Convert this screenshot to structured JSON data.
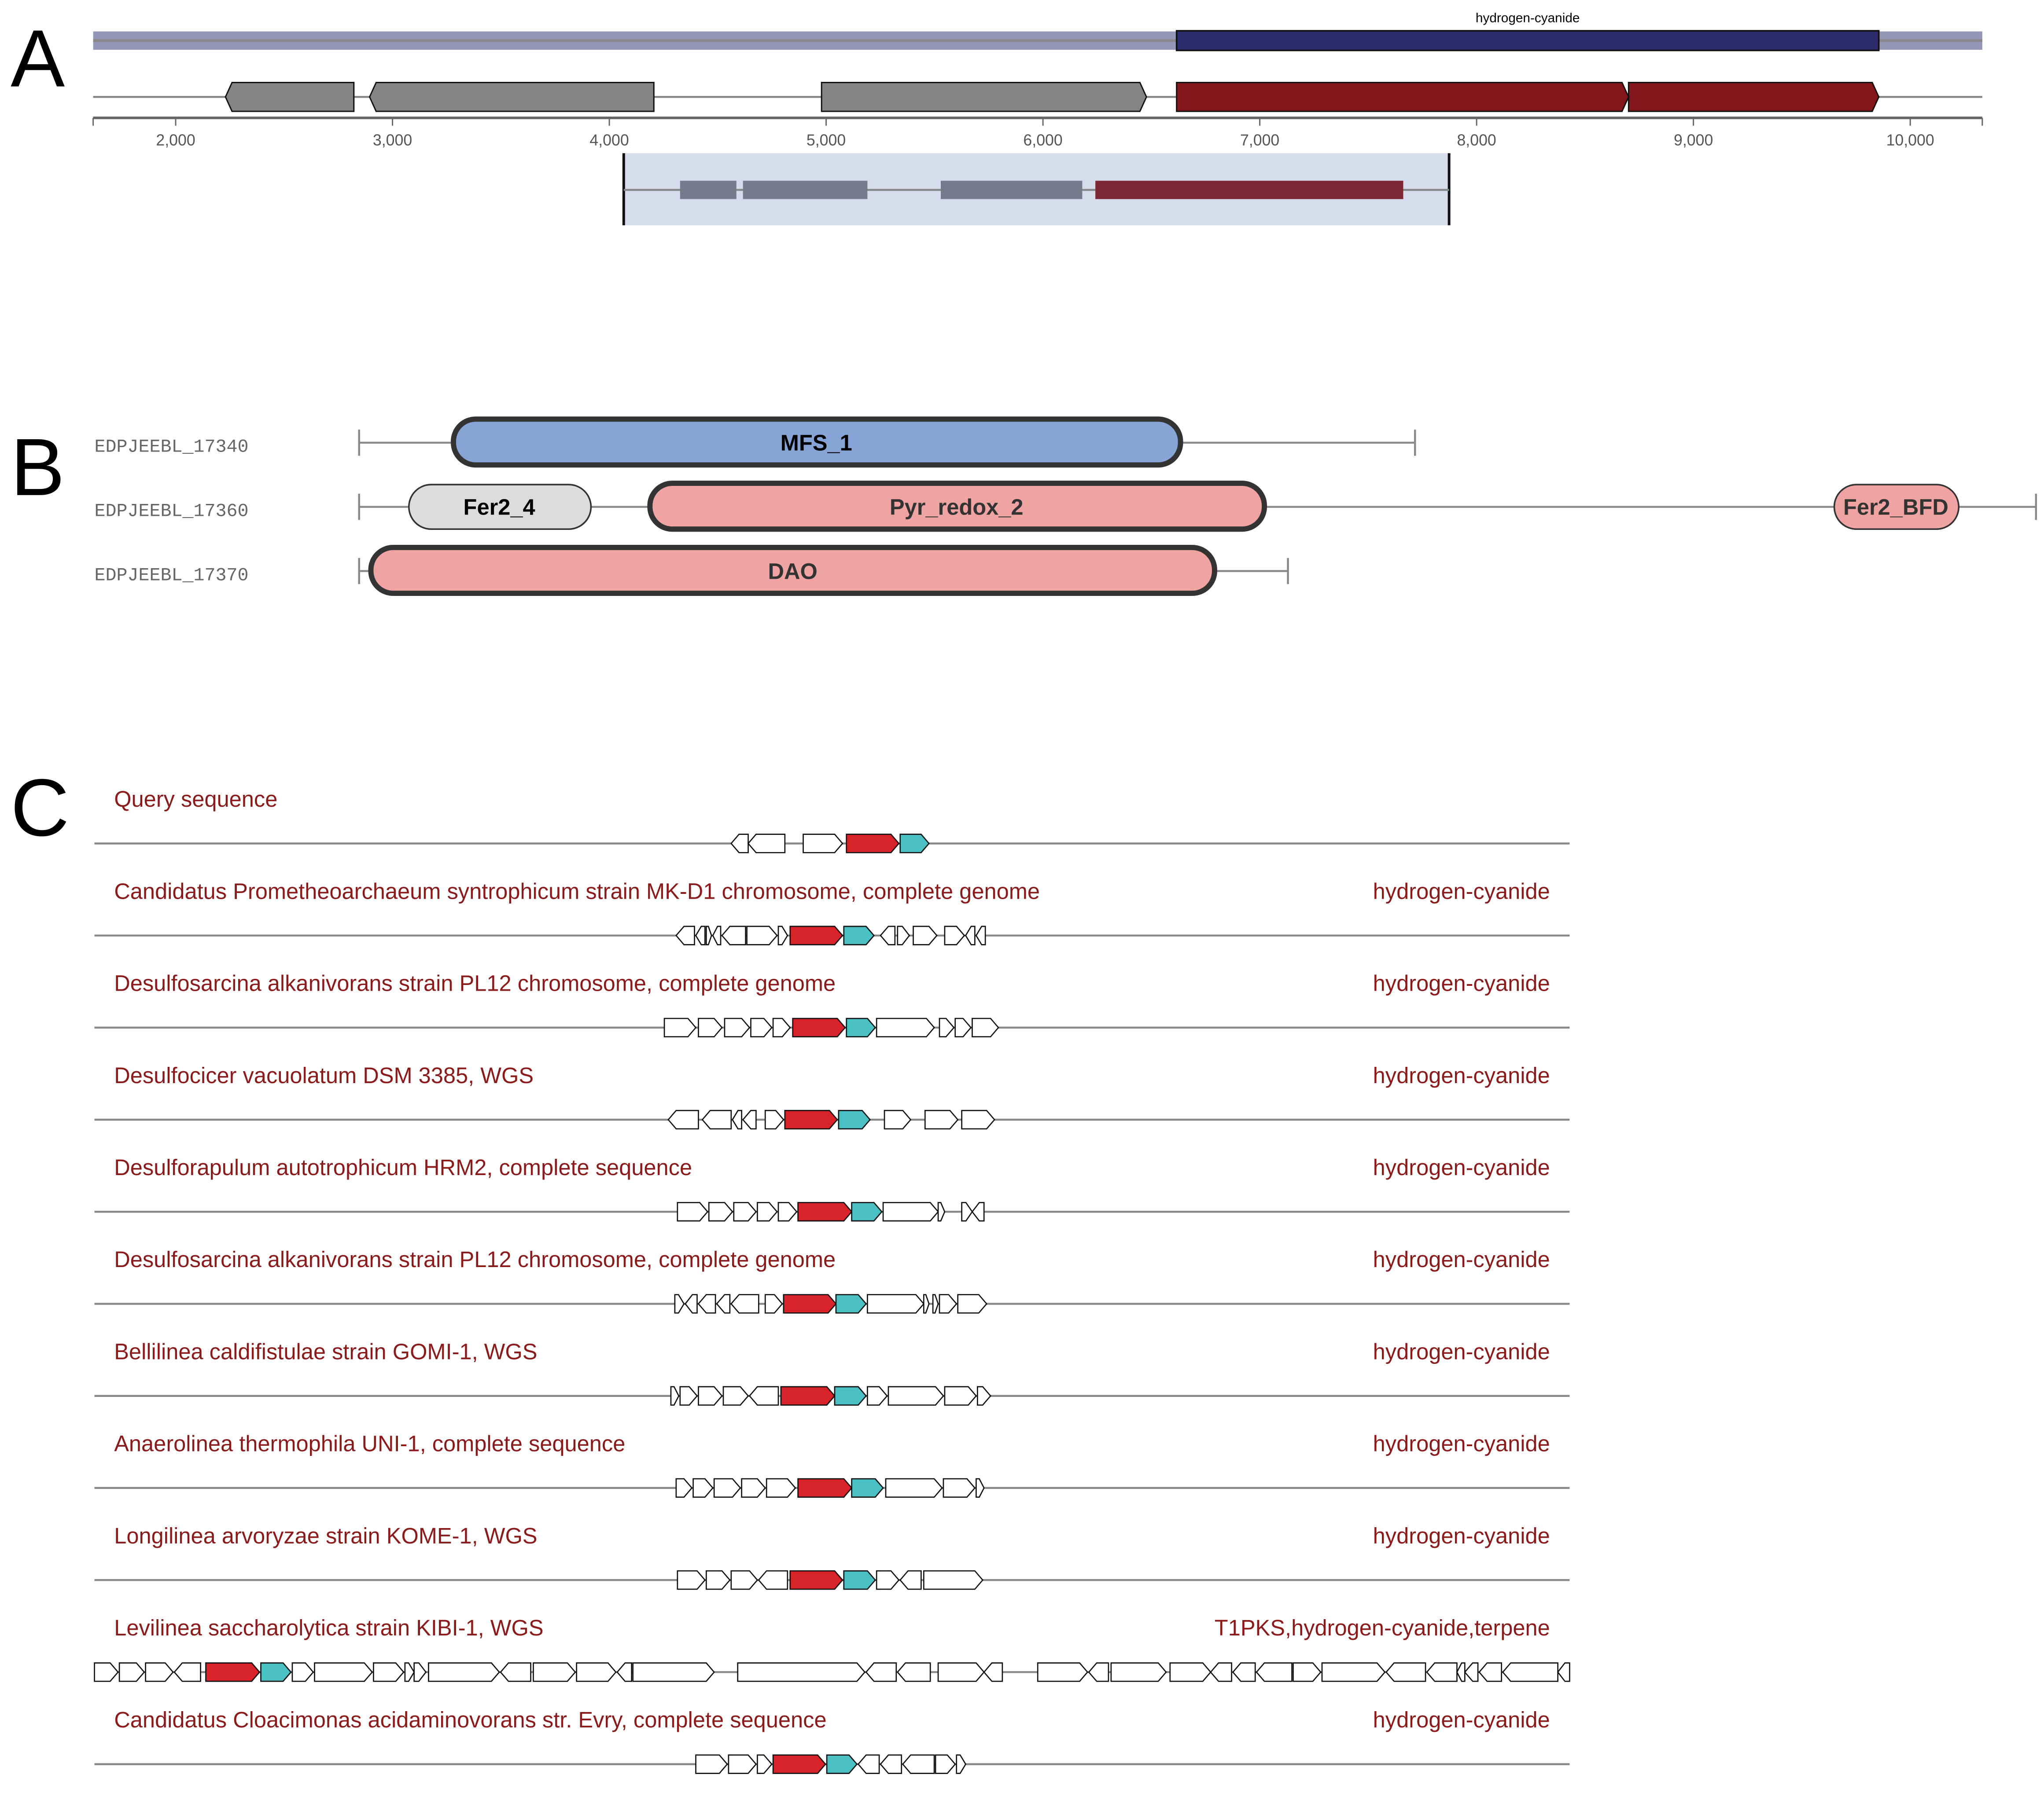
{
  "panel_a": {
    "letter": "A",
    "region_label": "hydrogen-cyanide",
    "axis_ticks": [
      "2,000",
      "3,000",
      "4,000",
      "5,000",
      "6,000",
      "7,000",
      "8,000",
      "9,000",
      "10,000"
    ],
    "axis_tick_values": [
      2000,
      3000,
      4000,
      5000,
      6000,
      7000,
      8000,
      9000,
      10000
    ]
  },
  "panel_b": {
    "letter": "B",
    "proteins": [
      {
        "id": "EDPJEEBL_17340",
        "domains": [
          {
            "name": "MFS_1",
            "color": "#86a5d6"
          }
        ]
      },
      {
        "id": "EDPJEEBL_17360",
        "domains": [
          {
            "name": "Fer2_4",
            "color": "#dcdcdc"
          },
          {
            "name": "Pyr_redox_2",
            "color": "#f0a3a3"
          },
          {
            "name": "Fer2_BFD",
            "color": "#f0a3a3"
          }
        ]
      },
      {
        "id": "EDPJEEBL_17370",
        "domains": [
          {
            "name": "DAO",
            "color": "#f0a3a3"
          }
        ]
      }
    ]
  },
  "panel_c": {
    "letter": "C",
    "rows": [
      {
        "name": "Query sequence",
        "type": ""
      },
      {
        "name": "Candidatus Prometheoarchaeum syntrophicum strain MK-D1 chromosome, complete genome",
        "type": "hydrogen-cyanide"
      },
      {
        "name": "Desulfosarcina alkanivorans strain PL12 chromosome, complete genome",
        "type": "hydrogen-cyanide"
      },
      {
        "name": "Desulfocicer vacuolatum DSM 3385, WGS",
        "type": "hydrogen-cyanide"
      },
      {
        "name": "Desulforapulum autotrophicum HRM2, complete sequence",
        "type": "hydrogen-cyanide"
      },
      {
        "name": "Desulfosarcina alkanivorans strain PL12 chromosome, complete genome",
        "type": "hydrogen-cyanide"
      },
      {
        "name": "Bellilinea caldifistulae strain GOMI-1, WGS",
        "type": "hydrogen-cyanide"
      },
      {
        "name": "Anaerolinea thermophila UNI-1, complete sequence",
        "type": "hydrogen-cyanide"
      },
      {
        "name": "Longilinea arvoryzae strain KOME-1, WGS",
        "type": "hydrogen-cyanide"
      },
      {
        "name": "Levilinea saccharolytica strain KIBI-1, WGS",
        "type": "T1PKS,hydrogen-cyanide,terpene"
      },
      {
        "name": "Candidatus Cloacimonas acidaminovorans str. Evry, complete sequence",
        "type": "hydrogen-cyanide"
      }
    ]
  },
  "colors": {
    "region_bg": "#9696b8",
    "region_hit": "#2b2a6a",
    "gene_gray": "#838483",
    "gene_core": "#83161b",
    "zoom_box": "#d7dcec",
    "label_red": "#8b1a1a",
    "gene_red": "#d8232a",
    "gene_cyan": "#4bc0c4"
  }
}
